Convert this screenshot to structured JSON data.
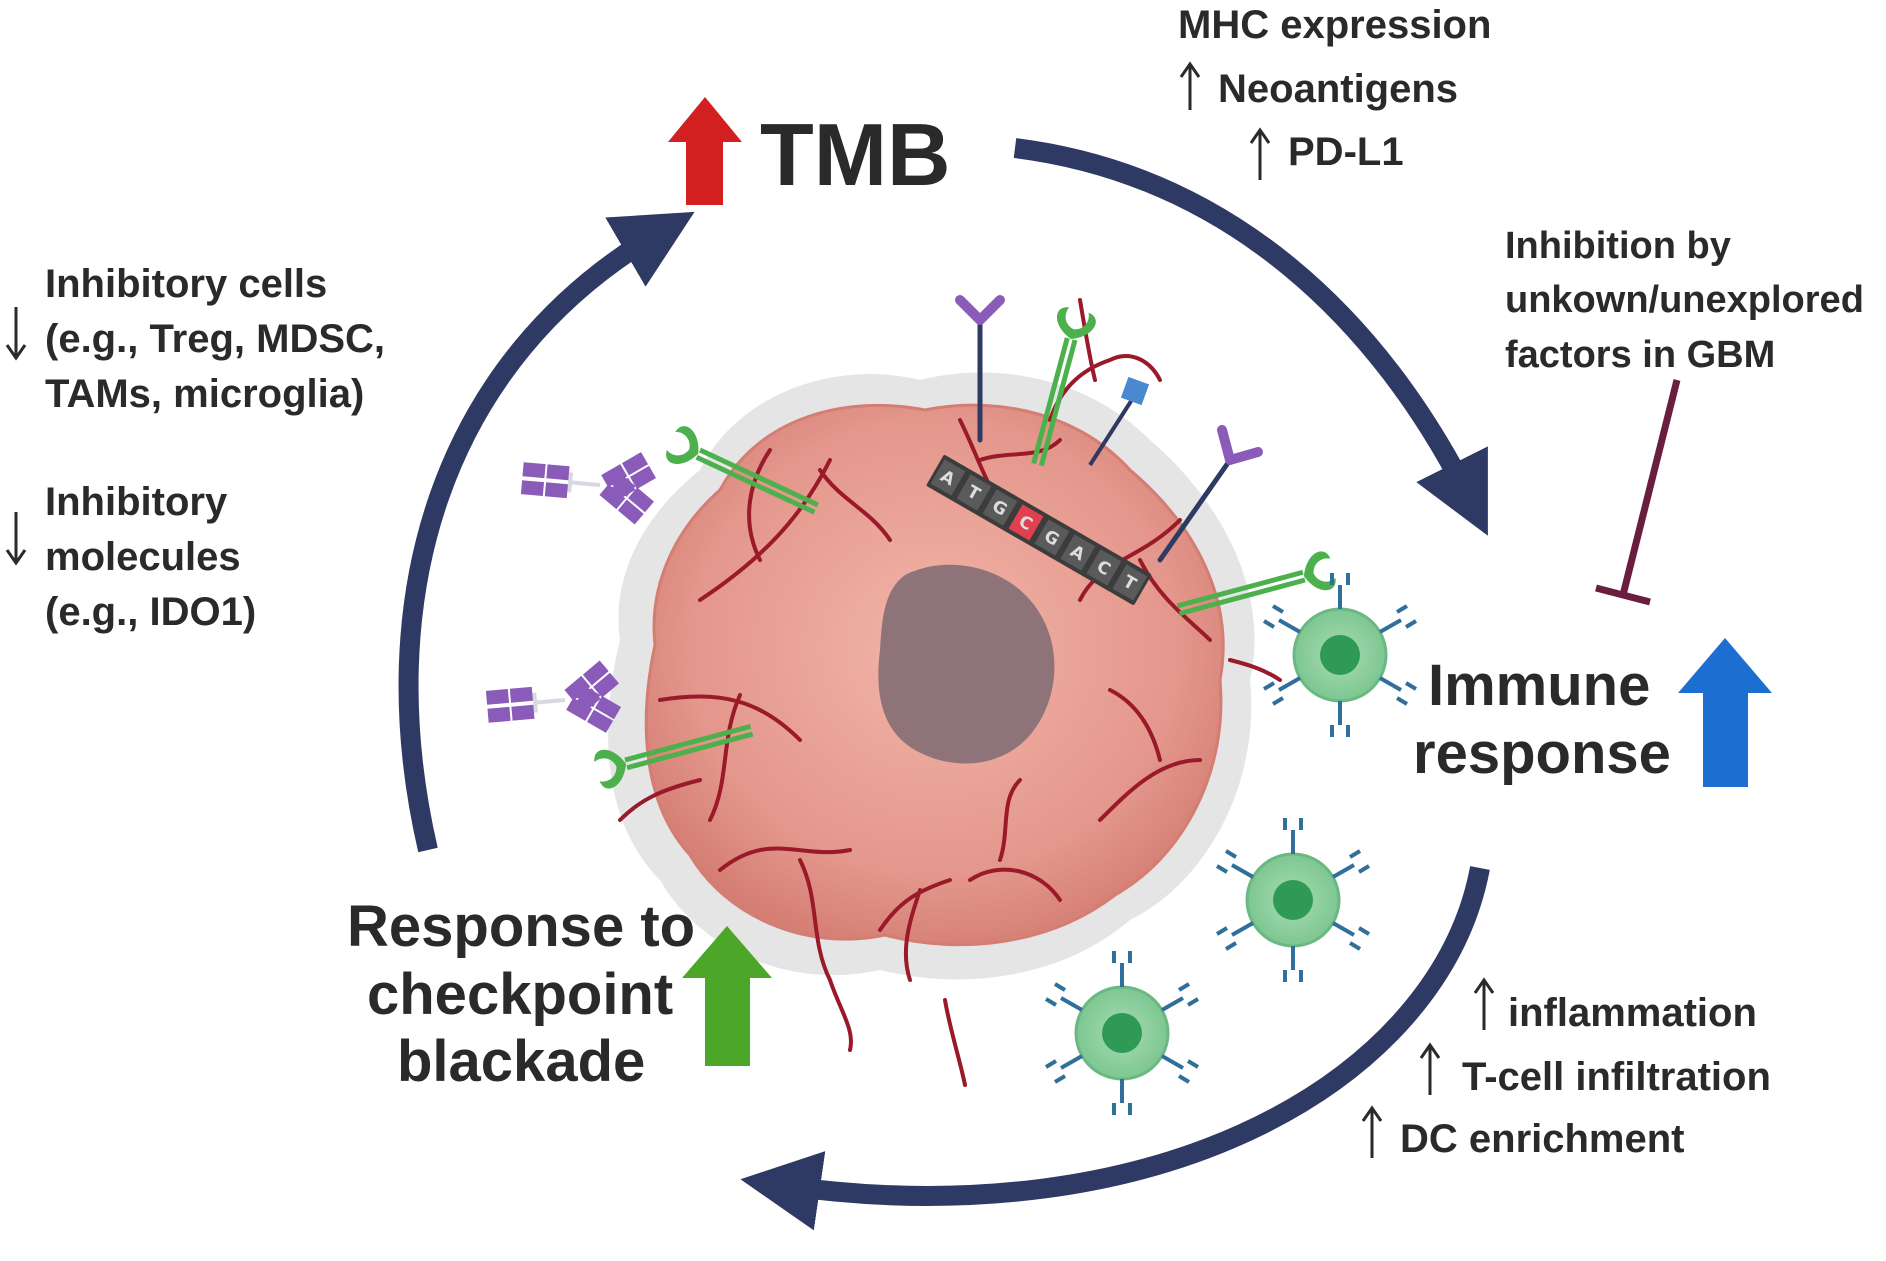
{
  "title": "TMB",
  "top_right": {
    "line1": "MHC expression",
    "line2": "Neoantigens",
    "line3": "PD-L1"
  },
  "left_block1": {
    "line1": "Inhibitory cells",
    "line2": "(e.g., Treg, MDSC,",
    "line3": "TAMs, microglia)"
  },
  "left_block2": {
    "line1": "Inhibitory",
    "line2": "molecules",
    "line3": "(e.g., IDO1)"
  },
  "inhibition": {
    "line1": "Inhibition by",
    "line2": "unkown/unexplored",
    "line3": "factors in GBM"
  },
  "immune_response": {
    "line1": "Immune",
    "line2": "response"
  },
  "checkpoint": {
    "line1": "Response to",
    "line2": "checkpoint",
    "line3": "blackade"
  },
  "bottom_right": {
    "line1": "inflammation",
    "line2": "T-cell infiltration",
    "line3": "DC enrichment"
  },
  "dna_sequence": [
    "A",
    "T",
    "G",
    "C",
    "G",
    "A",
    "C",
    "T"
  ],
  "colors": {
    "cycle_arrow": "#2e3a63",
    "tmb_up": "#d22020",
    "immune_up": "#1c6ed0",
    "checkpoint_up": "#4ca628",
    "tumor": "#e09088",
    "nucleus": "#8e7478",
    "vessel": "#9a1a2a",
    "inhibitor": "#6a1e3e",
    "antibody": "#8a5bb8",
    "receptor": "#4cb04c",
    "immune_cell": "#4faa6a",
    "immune_cell_receptor": "#2f6f9a"
  }
}
